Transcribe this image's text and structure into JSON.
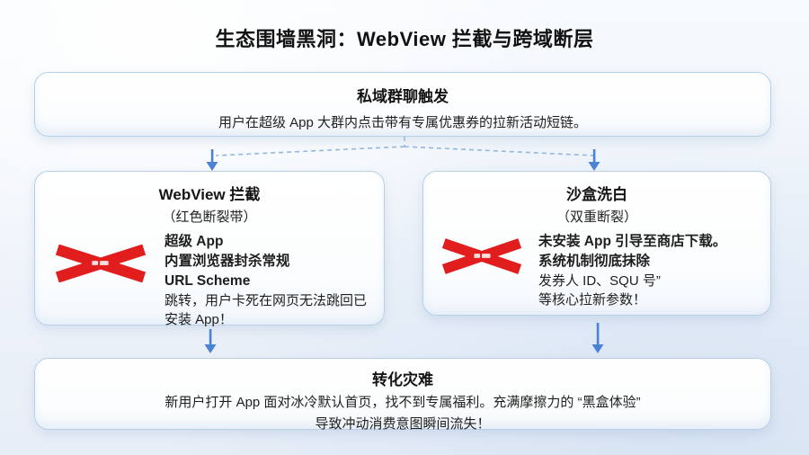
{
  "page": {
    "title": "生态围墙黑洞：WebView 拦截与跨域断层"
  },
  "flow": {
    "trigger": {
      "title": "私域群聊触发",
      "desc": "用户在超级 App 大群内点击带有专属优惠券的拉新活动短链。"
    },
    "webview": {
      "title": "WebView 拦截",
      "subtitle": "（红色断裂带）",
      "bold_lines": [
        "超级 App",
        "内置浏览器封杀常规",
        "URL Scheme"
      ],
      "desc": "跳转，用户卡死在网页无法跳回已安装  App！",
      "icon": "red-broken-x"
    },
    "sandbox": {
      "title": "沙盒洗白",
      "subtitle": "（双重断裂）",
      "bold_lines": [
        "未安装 App 引导至商店下载。",
        "系统机制彻底抹除"
      ],
      "desc_lines": [
        "发券人 ID、SQU 号”",
        "等核心拉新参数！"
      ],
      "icon": "red-broken-x"
    },
    "disaster": {
      "title": "转化灾难",
      "desc_lines": [
        "新用户打开 App 面对冰冷默认首页，找不到专属福利。充满摩擦力的 “黑盒体验”",
        "导致冲动消费意图瞬间流失！"
      ]
    }
  },
  "icons": {
    "blocked": "red-broken-x",
    "connector_arrow": "blue-down-arrow"
  },
  "colors": {
    "arrow_blue": "#4a82d6",
    "dashed_blue": "#93b8de",
    "box_border": "#b7d0e9",
    "alert_red": "#e11d1d",
    "text": "#1a1a1a"
  }
}
